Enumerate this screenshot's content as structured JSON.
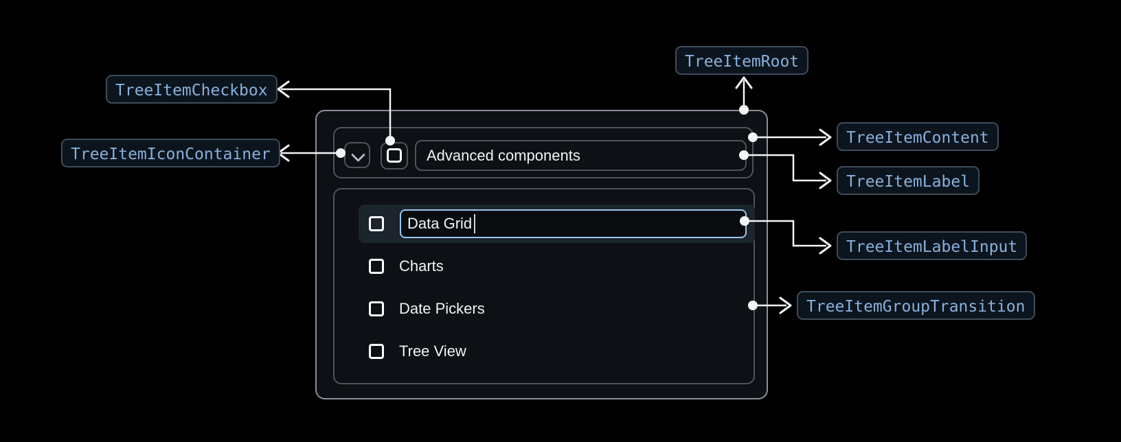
{
  "diagram": {
    "anatomy_labels": {
      "tree_item_root": "TreeItemRoot",
      "tree_item_checkbox": "TreeItemCheckbox",
      "tree_item_icon_container": "TreeItemIconContainer",
      "tree_item_content": "TreeItemContent",
      "tree_item_label": "TreeItemLabel",
      "tree_item_label_input": "TreeItemLabelInput",
      "tree_item_group_transition": "TreeItemGroupTransition"
    },
    "tree": {
      "parent_label": "Advanced components",
      "editing_item_value": "Data Grid",
      "children": [
        "Charts",
        "Date Pickers",
        "Tree View"
      ]
    },
    "colors": {
      "background": "#000000",
      "chip_background": "#0c141d",
      "chip_border": "#3e4d5c",
      "chip_text": "#88b1dd",
      "panel_border": "#8b9199",
      "inner_border": "#4d545c",
      "row_highlight": "#1c242c",
      "input_focus_border": "#99c7f0",
      "connector": "#f3f5f7",
      "text": "#f1f3f5"
    }
  }
}
